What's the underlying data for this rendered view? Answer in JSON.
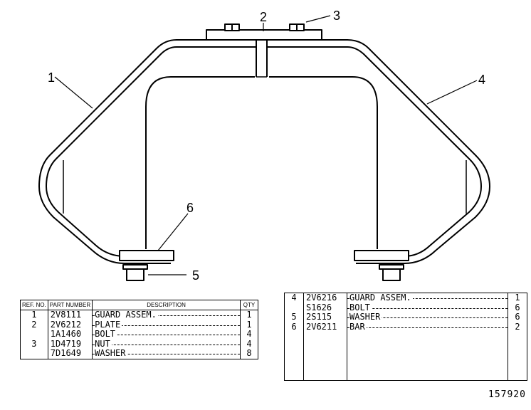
{
  "callouts": {
    "c1": "1",
    "c2": "2",
    "c3": "3",
    "c4": "4",
    "c5": "5",
    "c6": "6"
  },
  "table_left": {
    "headers": {
      "ref": "REF. NO.",
      "part": "PART NUMBER",
      "desc": "DESCRIPTION",
      "qty": "QTY"
    },
    "rows": [
      {
        "ref": "1",
        "part": "2V8111",
        "desc": "GUARD ASSEM.",
        "qty": "1"
      },
      {
        "ref": "2",
        "part": "2V6212",
        "desc": "PLATE",
        "qty": "1"
      },
      {
        "ref": "",
        "part": "1A1460",
        "desc": "BOLT",
        "qty": "4"
      },
      {
        "ref": "3",
        "part": "1D4719",
        "desc": "NUT",
        "qty": "4"
      },
      {
        "ref": "",
        "part": "7D1649",
        "desc": "WASHER",
        "qty": "8"
      }
    ]
  },
  "table_right": {
    "rows": [
      {
        "ref": "4",
        "part": "2V6216",
        "desc": "GUARD ASSEM.",
        "qty": "1"
      },
      {
        "ref": "",
        "part": "S1626",
        "desc": "BOLT",
        "qty": "6"
      },
      {
        "ref": "5",
        "part": "2S115",
        "desc": "WASHER",
        "qty": "6"
      },
      {
        "ref": "6",
        "part": "2V6211",
        "desc": "BAR",
        "qty": "2"
      }
    ]
  },
  "figure_number": "157920"
}
